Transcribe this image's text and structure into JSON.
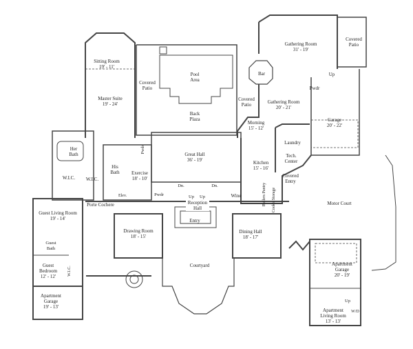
{
  "rooms": [
    {
      "name": "Sitting Room",
      "dims": "19' - 11'"
    },
    {
      "name": "Master Suite",
      "dims": "19' - 24'"
    },
    {
      "name": "Covered Patio"
    },
    {
      "name": "Pool Area"
    },
    {
      "name": "Back Plaza"
    },
    {
      "name": "Bar"
    },
    {
      "name": "Covered Patio"
    },
    {
      "name": "Gathering Room",
      "dims": "31' - 19'"
    },
    {
      "name": "Covered Patio"
    },
    {
      "name": "Pwdr"
    },
    {
      "name": "Gathering Room",
      "dims": "20' - 21'"
    },
    {
      "name": "Morning",
      "dims": "15' - 12'"
    },
    {
      "name": "Garage",
      "dims": "20' - 22'"
    },
    {
      "name": "Laundry"
    },
    {
      "name": "Tech. Center"
    },
    {
      "name": "Kitchen",
      "dims": "15' - 16'"
    },
    {
      "name": "Covered Entry"
    },
    {
      "name": "Butlers Pantry"
    },
    {
      "name": "Cook's Storage"
    },
    {
      "name": "Motor Court"
    },
    {
      "name": "Great Hall",
      "dims": "36' - 19'"
    },
    {
      "name": "Exercise",
      "dims": "18' - 10'"
    },
    {
      "name": "Her Bath"
    },
    {
      "name": "His Bath"
    },
    {
      "name": "W.I.C."
    },
    {
      "name": "W.I.C."
    },
    {
      "name": "Elev."
    },
    {
      "name": "Pwdr"
    },
    {
      "name": "Pwdr"
    },
    {
      "name": "Wine"
    },
    {
      "name": "Reception Hall"
    },
    {
      "name": "Entry"
    },
    {
      "name": "Porte Cochere"
    },
    {
      "name": "Guest Living Room",
      "dims": "19' - 14'"
    },
    {
      "name": "Drawing Room",
      "dims": "18' - 15'"
    },
    {
      "name": "Dining Hall",
      "dims": "18' - 17'"
    },
    {
      "name": "Guest Bath"
    },
    {
      "name": "Guest Bedroom",
      "dims": "12' - 12'"
    },
    {
      "name": "W.I.C."
    },
    {
      "name": "Apartment Garage",
      "dims": "19' - 13'"
    },
    {
      "name": "Courtyard"
    },
    {
      "name": "Apartment Garage",
      "dims": "20' - 19'"
    },
    {
      "name": "Apartment Living Room",
      "dims": "13' - 13'"
    },
    {
      "name": "W/D"
    }
  ],
  "stairs": {
    "up": "Up",
    "down": "Dn."
  }
}
